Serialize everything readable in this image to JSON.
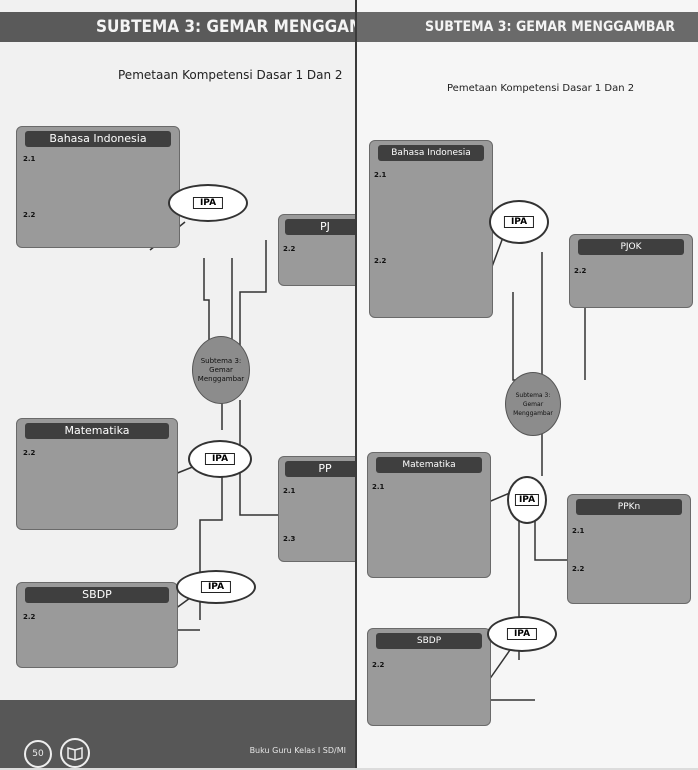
{
  "left": {
    "banner": "SUBTEMA 3: GEMAR MENGGAMBA",
    "subtitle": "Pemetaan Kompetensi Dasar 1 Dan 2",
    "boxes": {
      "bi": {
        "title": "Bahasa Indonesia",
        "n1": "2.1",
        "n2": "2.2"
      },
      "pjok": {
        "title": "PJ",
        "n1": "2.2"
      },
      "mat": {
        "title": "Matematika",
        "n1": "2.2"
      },
      "ppkn": {
        "title": "PP",
        "n1": "2.1",
        "n2": "2.3"
      },
      "sbdp": {
        "title": "SBDP",
        "n1": "2.2"
      }
    },
    "callouts": [
      "IPA",
      "IPA",
      "IPA"
    ],
    "center": "Subtema 3: Gemar Menggambar",
    "footer": {
      "page": "50",
      "book": "Buku Guru Kelas I SD/MI"
    }
  },
  "right": {
    "banner": "SUBTEMA 3: GEMAR MENGGAMBAR",
    "subtitle": "Pemetaan Kompetensi Dasar 1 Dan 2",
    "boxes": {
      "bi": {
        "title": "Bahasa Indonesia",
        "n1": "2.1",
        "n2": "2.2"
      },
      "pjok": {
        "title": "PJOK",
        "n1": "2.2"
      },
      "mat": {
        "title": "Matematika",
        "n1": "2.1"
      },
      "ppkn": {
        "title": "PPKn",
        "n1": "2.1",
        "n2": "2.2"
      },
      "sbdp": {
        "title": "SBDP",
        "n1": "2.2"
      }
    },
    "callouts": [
      "IPA",
      "IPA",
      "IPA"
    ],
    "center": "Subtema 3: Gemar Menggambar"
  }
}
